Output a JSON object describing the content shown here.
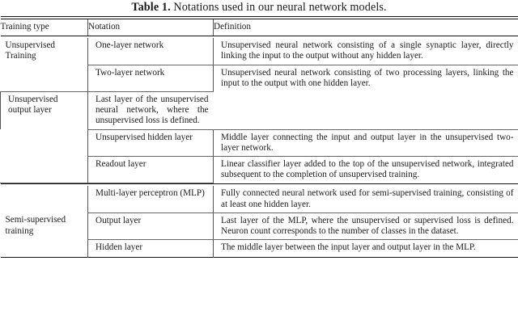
{
  "document": {
    "caption_label": "Table 1.",
    "caption_text": "Notations used in our neural network models."
  },
  "table": {
    "columns": [
      "Training type",
      "Notation",
      "Definition"
    ],
    "groups": [
      {
        "training_type": "Unsupervised Training",
        "rows": [
          {
            "notation": "One-layer network",
            "definition": "Unsupervised neural network consisting of a single synaptic layer, directly linking the input to the output without any hidden layer."
          },
          {
            "notation": "Two-layer network",
            "definition": "Unsupervised neural network consisting of two processing layers, linking the input to the output with one hidden layer."
          },
          {
            "notation": "Unsupervised output layer",
            "definition": "Last layer of the unsupervised neural network, where the unsupervised loss is defined."
          },
          {
            "notation": "Unsupervised hidden layer",
            "definition": "Middle layer connecting the input and output layer in the unsupervised two-layer network."
          },
          {
            "notation": "Readout layer",
            "definition": "Linear classifier layer added to the top of the unsupervised network, integrated subsequent to the completion of unsupervised training."
          }
        ]
      },
      {
        "training_type": "Semi-supervised training",
        "rows": [
          {
            "notation": "Multi-layer perceptron (MLP)",
            "definition": "Fully connected neural network used for semi-supervised training, consisting of at least one hidden layer."
          },
          {
            "notation": "Output layer",
            "definition": "Last layer of the MLP, where the unsupervised or supervised loss is defined. Neuron count corresponds to the number of classes in the dataset."
          },
          {
            "notation": "Hidden layer",
            "definition": "The middle layer between the input layer and output layer in the MLP."
          }
        ]
      }
    ]
  },
  "colors": {
    "text": "#1a1a1a",
    "rule_strong": "#111111",
    "rule_light": "#666666",
    "background": "#ffffff"
  }
}
